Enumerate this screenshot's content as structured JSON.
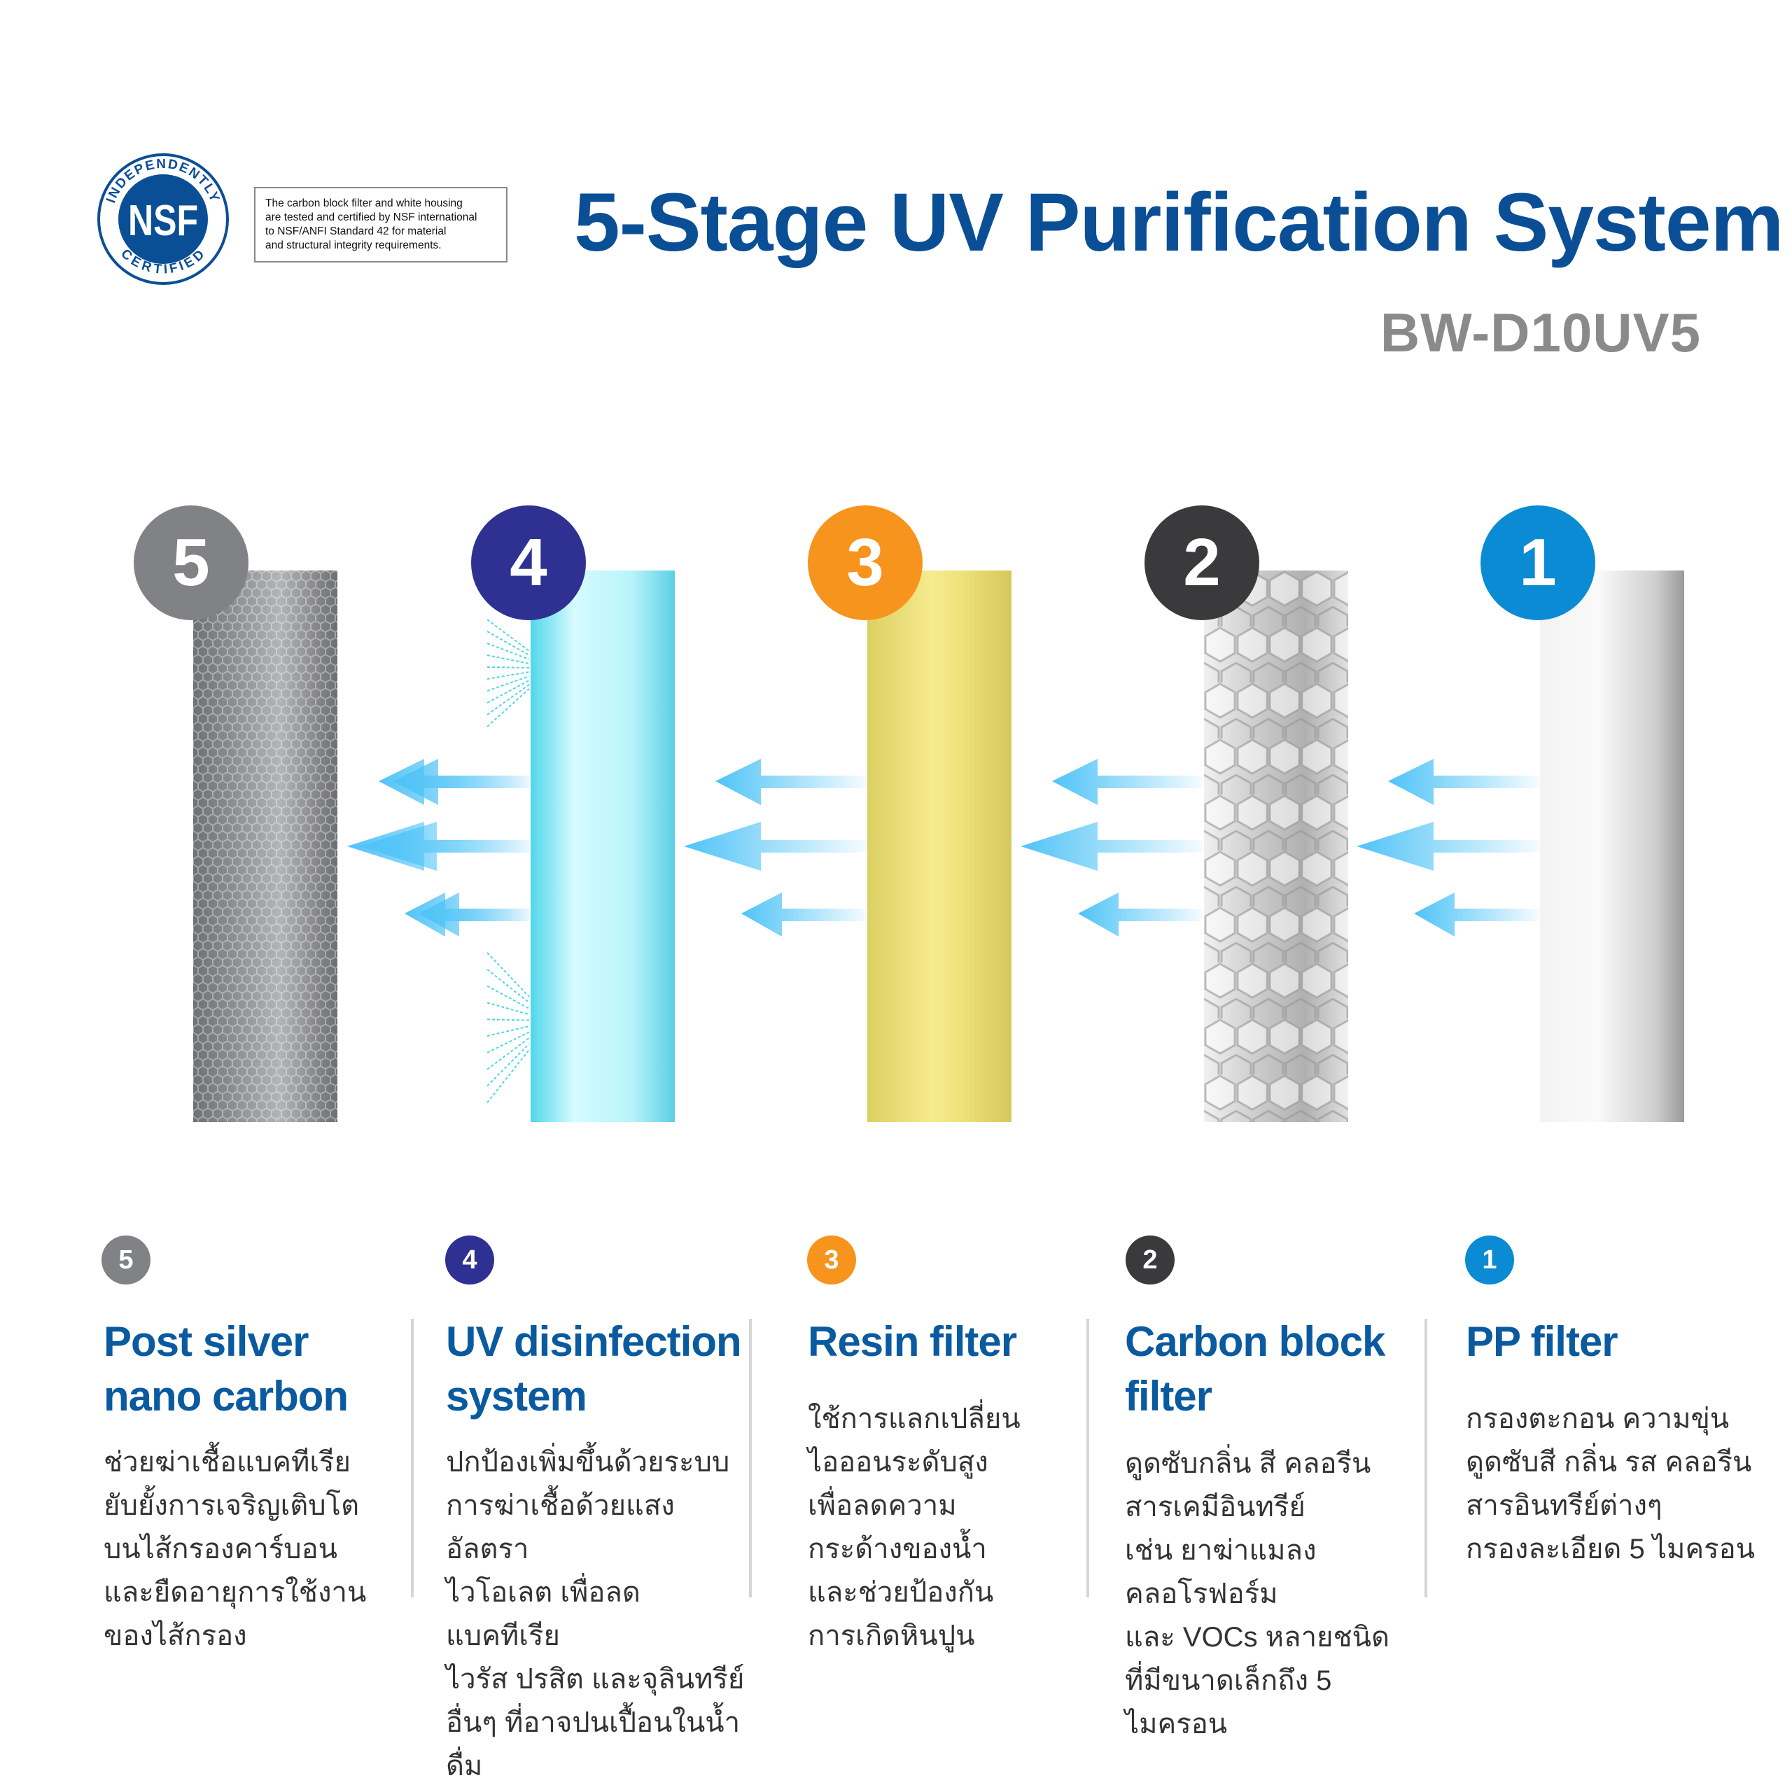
{
  "header": {
    "title": "5-Stage UV Purification System",
    "model": "BW-D10UV5"
  },
  "certification": {
    "logo_text": "NSF",
    "logo_ring_top": "INDEPENDENTLY",
    "logo_ring_bottom": "CERTIFIED",
    "note_lines": [
      "The carbon block filter and white housing",
      "are tested and certified by NSF international",
      "to NSF/ANFI Standard 42 for material",
      "and structural integrity requirements."
    ]
  },
  "colors": {
    "brand_blue": "#0a4f96",
    "arrow_blue": "#4fc3f7"
  },
  "stages": [
    {
      "number": "5",
      "color": "#808285",
      "title": [
        "Post silver",
        "nano carbon"
      ],
      "desc": [
        "ช่วยฆ่าเชื้อแบคทีเรีย",
        "ยับยั้งการเจริญเติบโต",
        "บนไส้กรองคาร์บอน",
        "และยืดอายุการใช้งาน",
        "ของไส้กรอง"
      ]
    },
    {
      "number": "4",
      "color": "#2e3192",
      "title": [
        "UV disinfection",
        "system"
      ],
      "desc": [
        "ปกป้องเพิ่มขึ้นด้วยระบบ",
        "การฆ่าเชื้อด้วยแสงอัลตรา",
        "ไวโอเลต เพื่อลดแบคทีเรีย",
        "ไวรัส ปรสิต และจุลินทรีย์",
        "อื่นๆ ที่อาจปนเปื้อนในน้ำดื่ม"
      ]
    },
    {
      "number": "3",
      "color": "#f7941d",
      "title": [
        "Resin filter"
      ],
      "desc": [
        "ใช้การแลกเปลี่ยน",
        "ไอออนระดับสูง",
        "เพื่อลดความ",
        "กระด้างของน้ำ",
        "และช่วยป้องกัน",
        "การเกิดหินปูน"
      ]
    },
    {
      "number": "2",
      "color": "#3a3a3c",
      "title": [
        "Carbon block",
        "filter"
      ],
      "desc": [
        "ดูดซับกลิ่น สี คลอรีน",
        "สารเคมีอินทรีย์",
        "เช่น ยาฆ่าแมลง",
        "คลอโรฟอร์ม",
        "และ VOCs หลายชนิด",
        "ที่มีขนาดเล็กถึง 5 ไมครอน"
      ]
    },
    {
      "number": "1",
      "color": "#0a8bd3",
      "title": [
        "PP filter"
      ],
      "desc": [
        "กรองตะกอน ความขุ่น",
        "ดูดซับสี กลิ่น รส คลอรีน",
        "สารอินทรีย์ต่างๆ",
        "กรองละเอียด 5 ไมครอน"
      ]
    }
  ]
}
